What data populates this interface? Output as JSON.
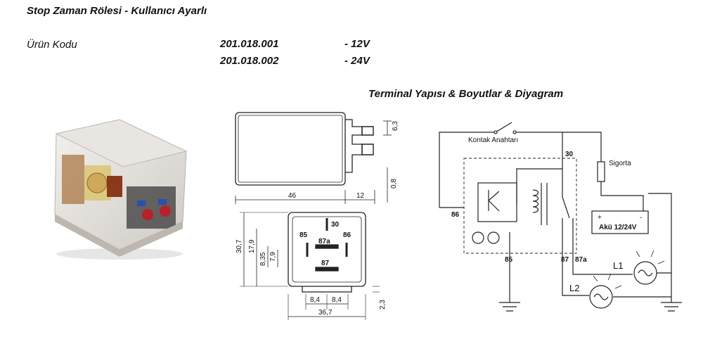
{
  "header": {
    "title": "Stop Zaman Rölesi - Kullanıcı Ayarlı"
  },
  "product": {
    "label": "Ürün Kodu",
    "rows": [
      {
        "code": "201.018.001",
        "voltage": "- 12V"
      },
      {
        "code": "201.018.002",
        "voltage": "- 24V"
      }
    ]
  },
  "section": {
    "title": "Terminal Yapısı & Boyutlar & Diyagram"
  },
  "side_dims": {
    "width": "46",
    "pin": "12",
    "tab": "6,3",
    "thick": "0,8"
  },
  "bottom_dims": {
    "height": "30,7",
    "h2": "17,9",
    "h3": "8,35",
    "h4": "7,9",
    "pitch1": "8,4",
    "pitch2": "8,4",
    "width": "36,7",
    "depth": "2,3"
  },
  "terminals": {
    "t30": "30",
    "t85": "85",
    "t86": "86",
    "t87a": "87a",
    "t87": "87"
  },
  "wiring": {
    "switch_label": "Kontak Anahtarı",
    "fuse_label": "Sigorta",
    "battery_label": "Akü 12/24V",
    "plus": "+",
    "minus": "-",
    "n30": "30",
    "n86": "86",
    "n85": "85",
    "n87": "87",
    "n87a": "87a",
    "l1": "L1",
    "l2": "L2"
  }
}
